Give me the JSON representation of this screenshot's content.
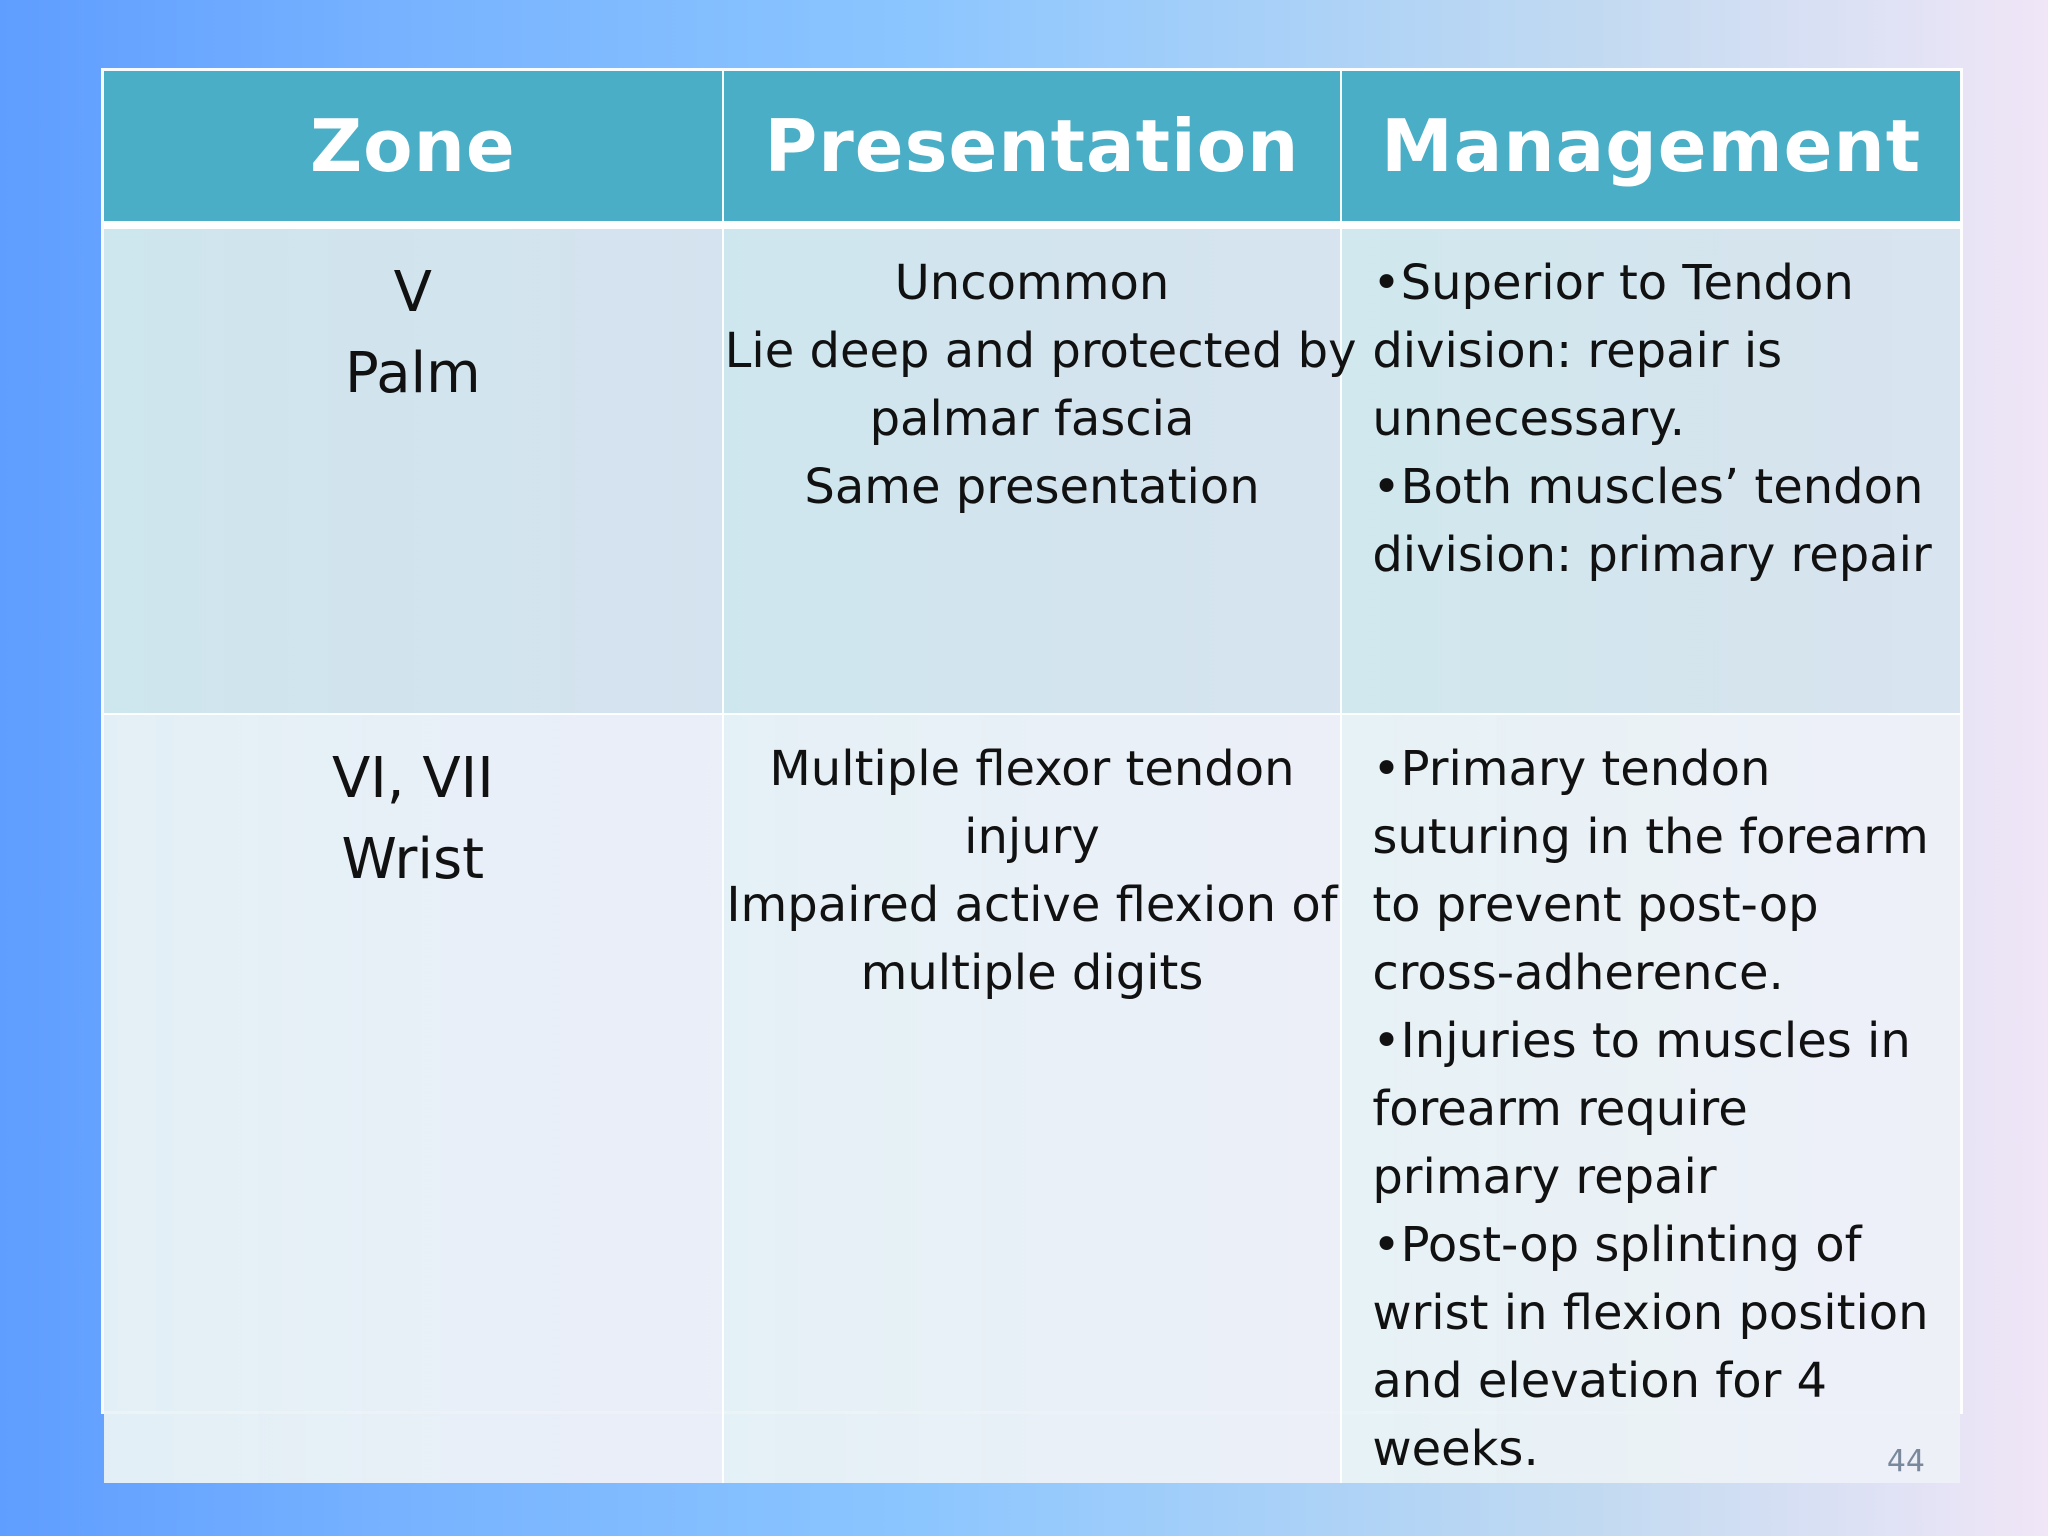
{
  "table": {
    "headers": [
      "Zone",
      "Presentation",
      "Management"
    ],
    "rows": [
      {
        "zone_lines": [
          "V",
          "Palm"
        ],
        "presentation_lines": [
          "Uncommon",
          "Lie deep and protected by",
          "palmar fascia",
          "Same presentation"
        ],
        "management_items": [
          "•Superior to Tendon division: repair is unnecessary.",
          "•Both muscles’ tendon division: primary repair"
        ]
      },
      {
        "zone_lines": [
          "VI, VII",
          "Wrist"
        ],
        "presentation_lines": [
          "Multiple flexor tendon",
          "injury",
          "Impaired active flexion of",
          "multiple digits"
        ],
        "management_items": [
          "•Primary tendon suturing in the forearm to prevent post-op cross-adherence.",
          "•Injuries to muscles in forearm require primary repair",
          "•Post-op splinting of wrist in flexion position and elevation  for 4 weeks."
        ]
      }
    ]
  },
  "page_number": "44"
}
